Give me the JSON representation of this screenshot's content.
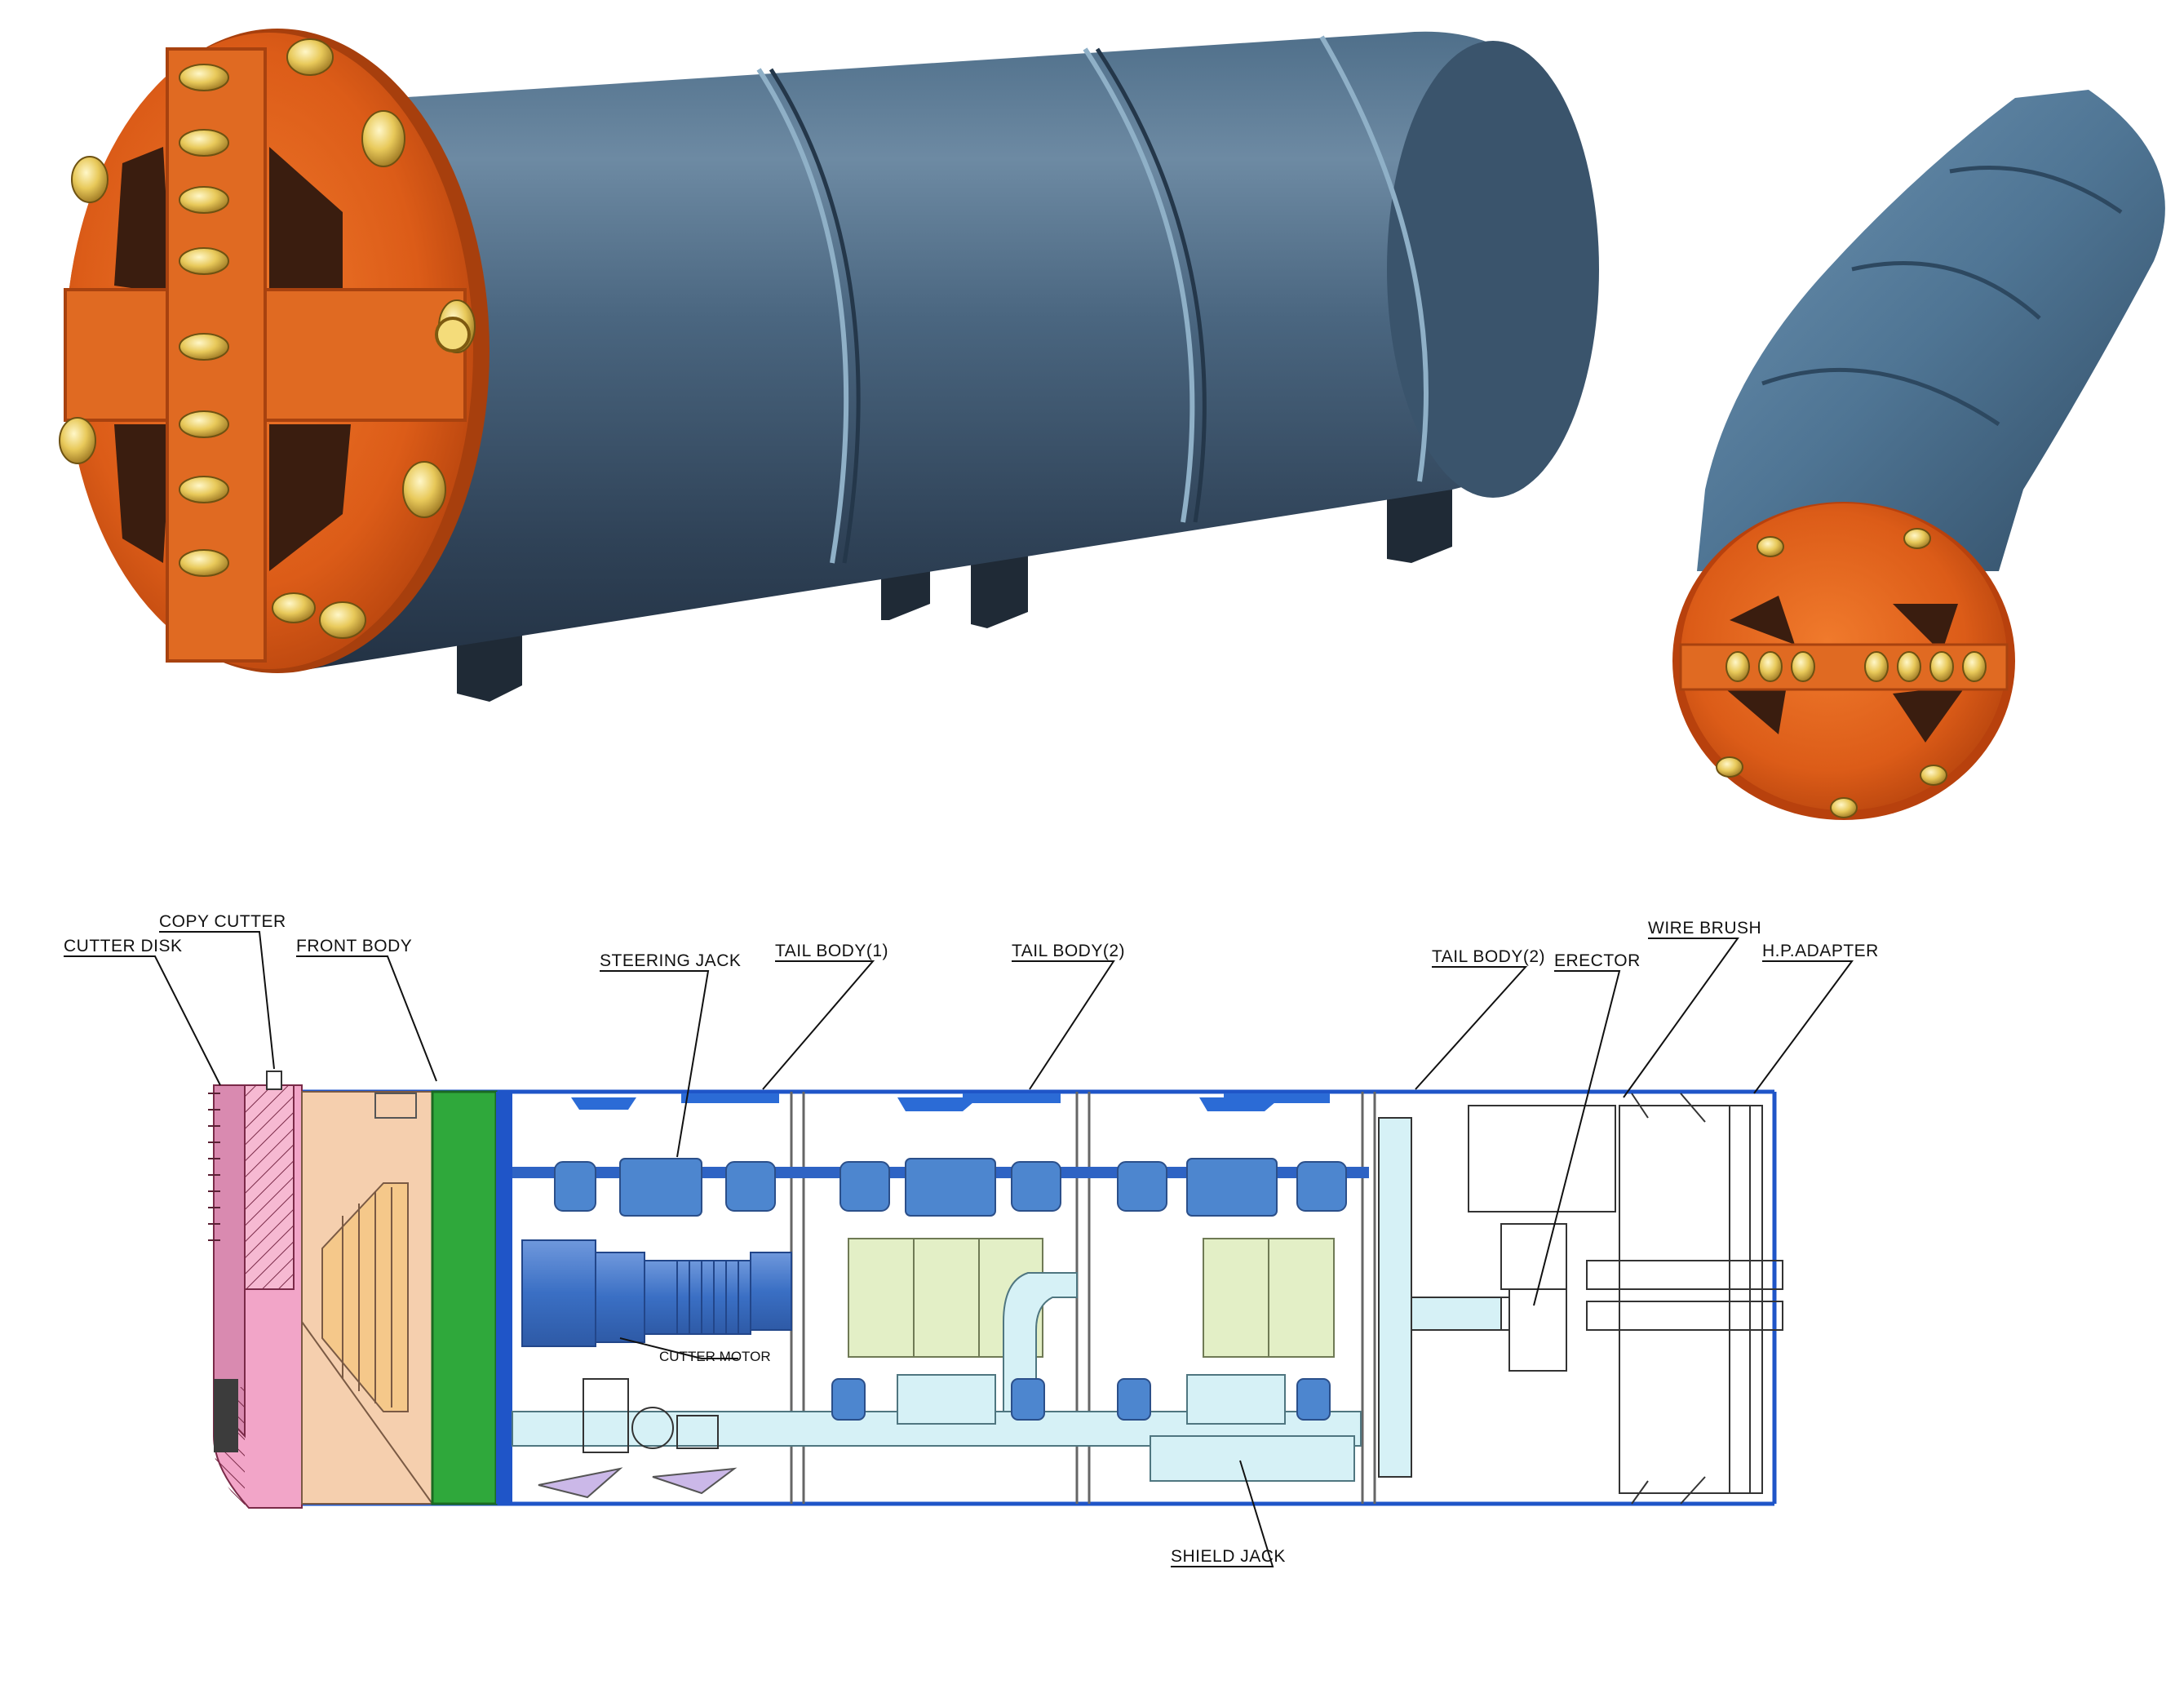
{
  "labels": {
    "cutter_disk": "CUTTER DISK",
    "copy_cutter": "COPY CUTTER",
    "front_body": "FRONT BODY",
    "steering_jack": "STEERING JACK",
    "tail_body_1": "TAIL BODY(1)",
    "tail_body_2a": "TAIL BODY(2)",
    "tail_body_2b": "TAIL BODY(2)",
    "erector": "ERECTOR",
    "wire_brush": "WIRE BRUSH",
    "hp_adapter": "H.P.ADAPTER",
    "cutter_motor": "CUTTER MOTOR",
    "shield_jack": "SHIELD JACK"
  },
  "colors": {
    "cutterhead_orange": "#e2661f",
    "shield_steel_blue": "#4e6d87",
    "shell_outline_blue": "#1f55c8",
    "front_body_green": "#2fa83b",
    "cutter_chamber_pink": "#f2a5c8",
    "drive_peach": "#f5cfae",
    "jack_blue": "#4d86cf",
    "cabinet_green": "#e3efc6",
    "pipe_cyan": "#d6f1f6"
  },
  "icons": {
    "photo_straight": "tunnel-boring-machine-photo",
    "photo_curved": "articulated-boring-machine-photo"
  }
}
